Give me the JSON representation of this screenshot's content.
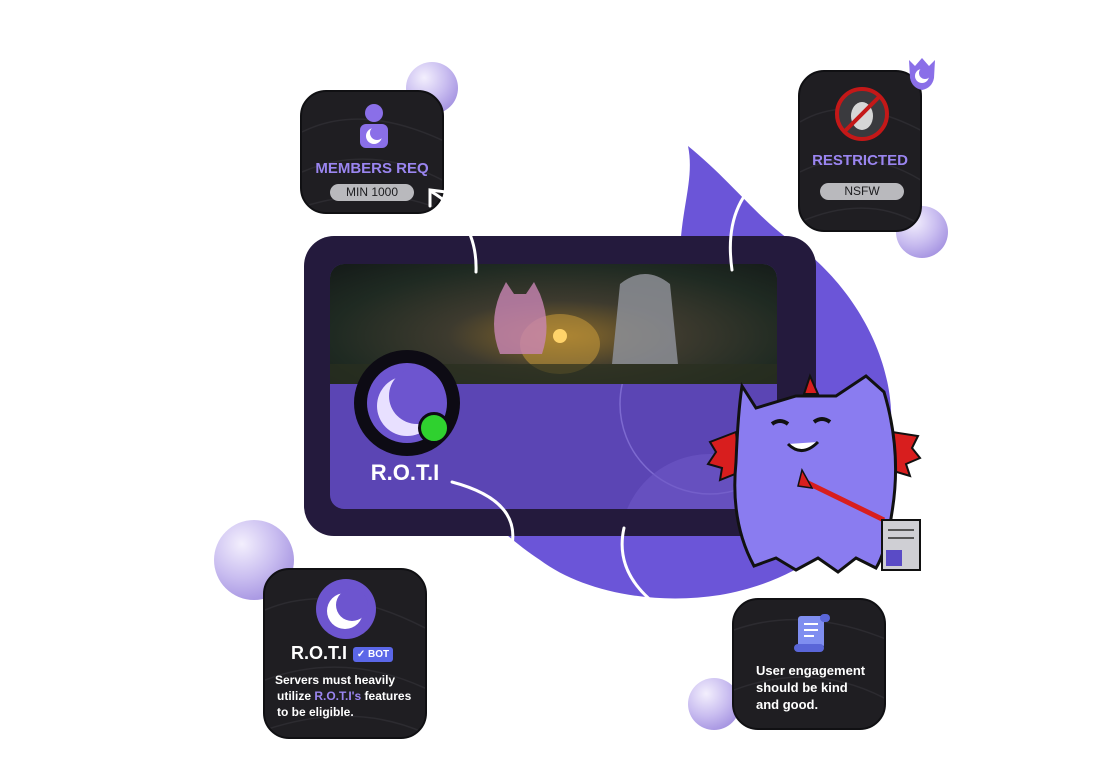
{
  "members_card": {
    "title": "MEMBERS REQ",
    "pill": "MIN 1000"
  },
  "restricted_card": {
    "title": "RESTRICTED",
    "pill": "NSFW"
  },
  "server": {
    "name": "R.O.T.I"
  },
  "bot_card": {
    "name": "R.O.T.I",
    "badge": "BOT",
    "desc_line1": "Servers must heavily",
    "desc_line2_pre": "utilize ",
    "desc_line2_highlight": "R.O.T.I's",
    "desc_line2_post": " features",
    "desc_line3": "to be eligible."
  },
  "engagement_card": {
    "line1": "User engagement",
    "line2": "should be kind",
    "line3": "and good."
  },
  "colors": {
    "accent": "#9a85f0",
    "purple": "#6b55d8",
    "card_bg": "#1f1e22",
    "online": "#2fd12f"
  }
}
